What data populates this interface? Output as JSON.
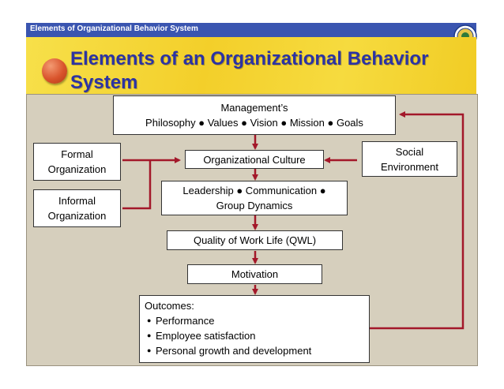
{
  "header": {
    "text": "Elements of Organizational Behavior System"
  },
  "title": "Elements of an Organizational Behavior System",
  "diagram": {
    "management": {
      "line1": "Management’s",
      "line2": "Philosophy ● Values ● Vision ● Mission ● Goals"
    },
    "formal": {
      "line1": "Formal",
      "line2": "Organization"
    },
    "informal": {
      "line1": "Informal",
      "line2": "Organization"
    },
    "culture": "Organizational Culture",
    "social": {
      "line1": "Social",
      "line2": "Environment"
    },
    "leadership": {
      "line1": "Leadership ● Communication ●",
      "line2": "Group Dynamics"
    },
    "qwl": "Quality of Work Life (QWL)",
    "motivation": "Motivation",
    "outcomes": {
      "heading": "Outcomes:",
      "items": [
        "Performance",
        "Employee satisfaction",
        "Personal growth and development"
      ],
      "bullet": "●"
    }
  },
  "colors": {
    "arrow": "#a3182a",
    "title": "#2c33a3",
    "header_bar": "#3a55b0",
    "panel": "#d6cfbd"
  }
}
